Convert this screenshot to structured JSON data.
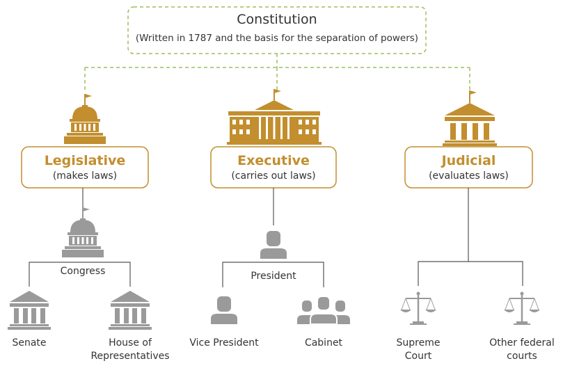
{
  "root": {
    "title": "Constitution",
    "subtitle": "(Written in 1787 and the basis for the separation of powers)"
  },
  "branches": [
    {
      "name": "Legislative",
      "description": "(makes laws)",
      "icon": "capitol-icon",
      "body": {
        "label": "Congress",
        "icon": "capitol-icon"
      },
      "members": [
        {
          "label": "Senate",
          "icon": "courthouse-icon"
        },
        {
          "label": "House of",
          "label2": "Representatives",
          "icon": "courthouse-icon"
        }
      ]
    },
    {
      "name": "Executive",
      "description": "(carries out laws)",
      "icon": "white-house-icon",
      "body": {
        "label": "President",
        "icon": "person-icon"
      },
      "members": [
        {
          "label": "Vice President",
          "icon": "person-icon"
        },
        {
          "label": "Cabinet",
          "icon": "group-icon"
        }
      ]
    },
    {
      "name": "Judicial",
      "description": "(evaluates laws)",
      "icon": "courthouse-icon",
      "members": [
        {
          "label": "Supreme",
          "label2": "Court",
          "icon": "scales-icon"
        },
        {
          "label": "Other federal",
          "label2": "courts",
          "icon": "scales-icon"
        }
      ]
    }
  ],
  "colors": {
    "accent": "#c28e2e",
    "dashed_line": "#9dbd5e",
    "icon_gray": "#9a9a9a",
    "connector": "#555555",
    "text": "#333333"
  }
}
